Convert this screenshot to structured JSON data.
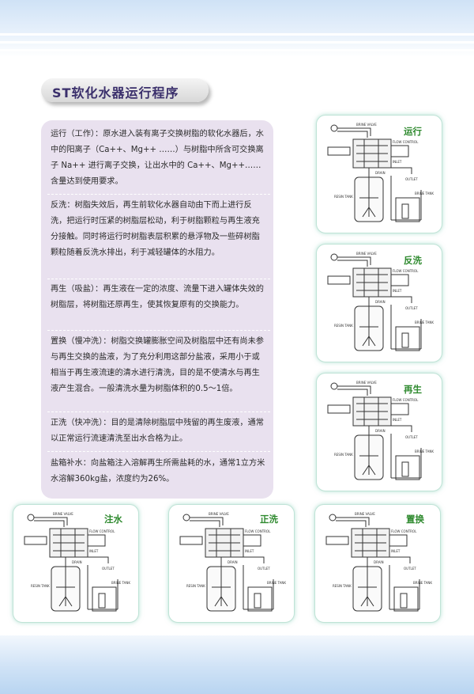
{
  "title": "ST软化水器运行程序",
  "sections": [
    {
      "text": "运行（工作）：原水进入装有离子交换树脂的软化水器后，水中的阳离子（Ca++、Mg++ ……）与树脂中所含可交换离子 Na++ 进行离子交换，让出水中的 Ca++、Mg++…… 含量达到使用要求。"
    },
    {
      "text": "反洗：树脂失效后，再生前软化水器自动由下而上进行反洗，把运行时压紧的树脂层松动，利于树脂颗粒与再生液充分接触。同时将运行时树脂表层积累的悬浮物及一些碎树脂颗粒随着反洗水排出，利于减轻罐体的水阻力。"
    },
    {
      "text": "再生（吸盐）：再生液在一定的浓度、流量下进入罐体失效的树脂层，将树脂还原再生，使其恢复原有的交换能力。"
    },
    {
      "text": "置换（慢冲洗）：树脂交换罐膨胀空间及树脂层中还有尚未参与再生交换的盐液，为了充分利用这部分盐液，采用小于或相当于再生液流速的清水进行清洗，目的是不使清水与再生液产生混合。一般清洗水量为树脂体积的0.5～1倍。"
    },
    {
      "text": "正洗（快冲洗）：目的是清除树脂层中残留的再生废液，通常以正常运行流速清洗至出水合格为止。"
    },
    {
      "text": "盐箱补水：向盐箱注入溶解再生所需盐耗的水，通常1立方米水溶解360kg盐，浓度约为26%。"
    }
  ],
  "diagrams": [
    {
      "label": "运行"
    },
    {
      "label": "反洗"
    },
    {
      "label": "再生"
    },
    {
      "label": "注水"
    },
    {
      "label": "正洗"
    },
    {
      "label": "置换"
    }
  ],
  "diagram_text": {
    "brine_valve": "BRINE VALVE",
    "drain": "DRAIN",
    "inlet": "INLET",
    "outlet": "OUTLET",
    "flow_control": "FLOW CONTROL",
    "resin_tank": "RESIN TANK",
    "brine_tank": "BRINE TANK"
  },
  "colors": {
    "label_green": "#2f8a2f",
    "title_text": "#3a2f6b",
    "card_bg": "#e9e1ef",
    "panel_glow": "#bfe3d6"
  }
}
